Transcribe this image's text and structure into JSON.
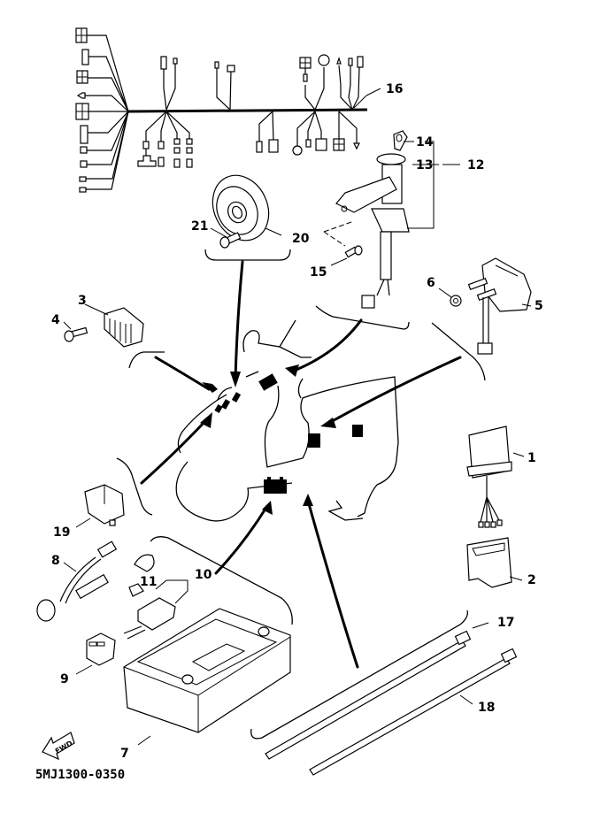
{
  "diagram": {
    "code": "5MJ1300-0350",
    "fwd_badge": "FWD",
    "callouts": [
      {
        "id": "1",
        "part": "relay-unit"
      },
      {
        "id": "2",
        "part": "relay-cover"
      },
      {
        "id": "3",
        "part": "rectifier-regulator"
      },
      {
        "id": "4",
        "part": "bolt"
      },
      {
        "id": "5",
        "part": "ignition-coil"
      },
      {
        "id": "6",
        "part": "nut"
      },
      {
        "id": "7",
        "part": "battery"
      },
      {
        "id": "8",
        "part": "battery-cable"
      },
      {
        "id": "9",
        "part": "fuse-cover"
      },
      {
        "id": "10",
        "part": "starter-relay-assembly"
      },
      {
        "id": "11",
        "part": "fuse"
      },
      {
        "id": "12",
        "part": "main-switch-assembly"
      },
      {
        "id": "13",
        "part": "main-switch"
      },
      {
        "id": "14",
        "part": "key"
      },
      {
        "id": "15",
        "part": "screw"
      },
      {
        "id": "16",
        "part": "wire-harness"
      },
      {
        "id": "17",
        "part": "cable-tie"
      },
      {
        "id": "18",
        "part": "cable-tie-long"
      },
      {
        "id": "19",
        "part": "flasher-relay"
      },
      {
        "id": "20",
        "part": "horn"
      },
      {
        "id": "21",
        "part": "horn-bolt"
      }
    ]
  }
}
